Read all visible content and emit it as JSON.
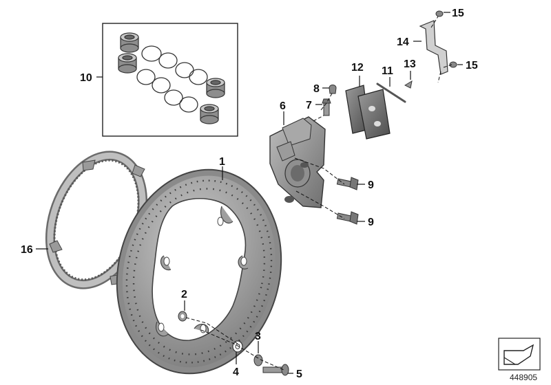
{
  "diagram": {
    "diagram_id": "448905",
    "parts": [
      {
        "number": "1",
        "name": "brake-disc"
      },
      {
        "number": "2",
        "name": "disc-washer"
      },
      {
        "number": "3",
        "name": "spacer-washer"
      },
      {
        "number": "4",
        "name": "washer"
      },
      {
        "number": "5",
        "name": "disc-bolt"
      },
      {
        "number": "6",
        "name": "brake-caliper"
      },
      {
        "number": "7",
        "name": "bleed-valve"
      },
      {
        "number": "8",
        "name": "bleed-valve-cap"
      },
      {
        "number": "9",
        "name": "caliper-mounting-bolt"
      },
      {
        "number": "10",
        "name": "piston-and-seal-kit"
      },
      {
        "number": "11",
        "name": "pad-retaining-pin"
      },
      {
        "number": "12",
        "name": "brake-pads"
      },
      {
        "number": "13",
        "name": "spring-clip"
      },
      {
        "number": "14",
        "name": "bracket"
      },
      {
        "number": "15",
        "name": "screw"
      },
      {
        "number": "16",
        "name": "abs-sensor-ring"
      }
    ],
    "labels": {
      "l1": "1",
      "l2": "2",
      "l3": "3",
      "l4": "4",
      "l5": "5",
      "l6": "6",
      "l7": "7",
      "l8": "8",
      "l9a": "9",
      "l9b": "9",
      "l10": "10",
      "l11": "11",
      "l12": "12",
      "l13": "13",
      "l14": "14",
      "l15a": "15",
      "l15b": "15",
      "l16": "16"
    }
  }
}
